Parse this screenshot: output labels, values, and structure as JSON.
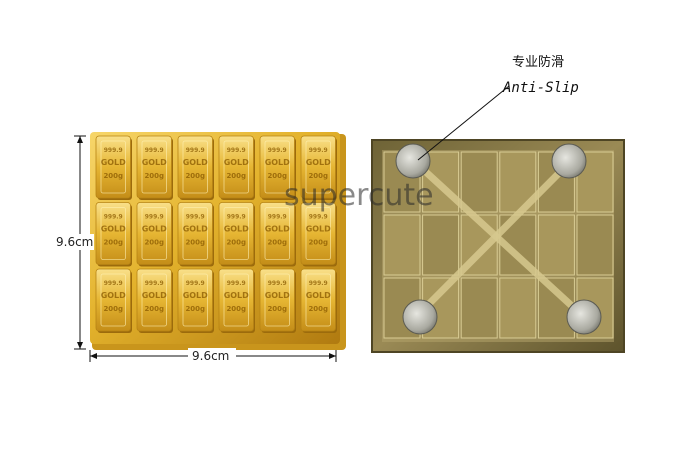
{
  "annotations": {
    "anti_slip_cn": "专业防滑",
    "anti_slip_en": "Anti-Slip",
    "height_dim": "9.6cm",
    "width_dim": "9.6cm",
    "watermark": "supercute"
  },
  "gold_bar_stamp": {
    "line1": "999.9",
    "line2": "GOLD",
    "line3": "200g"
  },
  "colors": {
    "background": "#ffffff",
    "gold": "#e0b12a",
    "tray": "#8a7a48",
    "pad": "#b8b8b0"
  }
}
